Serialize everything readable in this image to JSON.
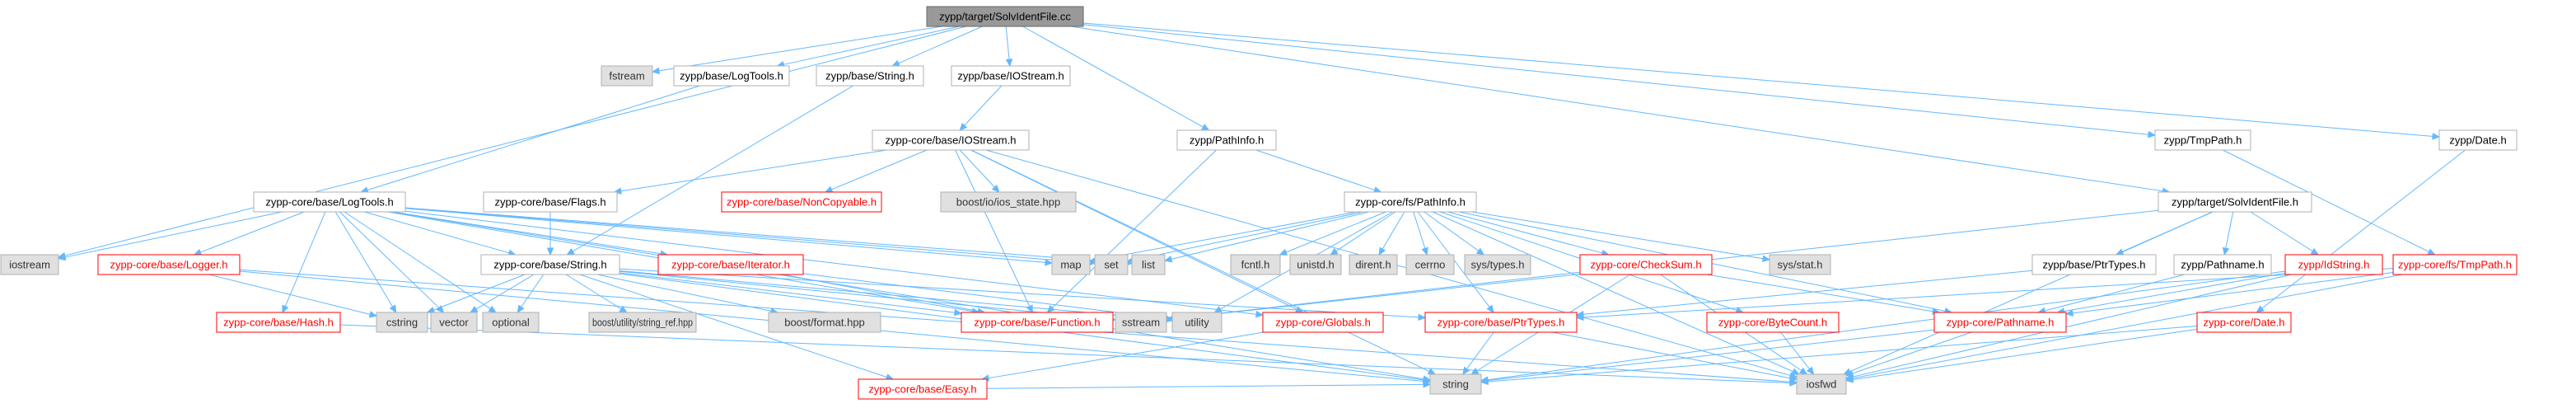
{
  "graph": {
    "title": "zypp/target/SolvIdentFile.cc",
    "nodes": [
      {
        "id": "root",
        "label": "zypp/target/SolvIdentFile.cc",
        "style": "root"
      },
      {
        "id": "fstream",
        "label": "fstream",
        "style": "gray"
      },
      {
        "id": "zb_logtools",
        "label": "zypp/base/LogTools.h",
        "style": "plain"
      },
      {
        "id": "zb_string",
        "label": "zypp/base/String.h",
        "style": "plain"
      },
      {
        "id": "zb_iostream",
        "label": "zypp/base/IOStream.h",
        "style": "plain"
      },
      {
        "id": "zypp_pathinfo",
        "label": "zypp/PathInfo.h",
        "style": "plain"
      },
      {
        "id": "zypp_tmppath",
        "label": "zypp/TmpPath.h",
        "style": "plain"
      },
      {
        "id": "zypp_date",
        "label": "zypp/Date.h",
        "style": "plain"
      },
      {
        "id": "zcb_iostream",
        "label": "zypp-core/base/IOStream.h",
        "style": "plain"
      },
      {
        "id": "zcb_logtools",
        "label": "zypp-core/base/LogTools.h",
        "style": "plain"
      },
      {
        "id": "zcb_flags",
        "label": "zypp-core/base/Flags.h",
        "style": "plain"
      },
      {
        "id": "zcb_noncopyable",
        "label": "zypp-core/base/NonCopyable.h",
        "style": "red"
      },
      {
        "id": "boost_ios",
        "label": "boost/io/ios_state.hpp",
        "style": "gray"
      },
      {
        "id": "zcf_pathinfo",
        "label": "zypp-core/fs/PathInfo.h",
        "style": "plain"
      },
      {
        "id": "zt_solvident",
        "label": "zypp/target/SolvIdentFile.h",
        "style": "plain"
      },
      {
        "id": "iostream",
        "label": "iostream",
        "style": "gray"
      },
      {
        "id": "zcb_logger",
        "label": "zypp-core/base/Logger.h",
        "style": "red"
      },
      {
        "id": "zcb_string",
        "label": "zypp-core/base/String.h",
        "style": "plain"
      },
      {
        "id": "zcb_iterator",
        "label": "zypp-core/base/Iterator.h",
        "style": "red"
      },
      {
        "id": "map",
        "label": "map",
        "style": "gray"
      },
      {
        "id": "set",
        "label": "set",
        "style": "gray"
      },
      {
        "id": "list",
        "label": "list",
        "style": "gray"
      },
      {
        "id": "fcntl",
        "label": "fcntl.h",
        "style": "gray"
      },
      {
        "id": "unistd",
        "label": "unistd.h",
        "style": "gray"
      },
      {
        "id": "dirent",
        "label": "dirent.h",
        "style": "gray"
      },
      {
        "id": "cerrno",
        "label": "cerrno",
        "style": "gray"
      },
      {
        "id": "systypes",
        "label": "sys/types.h",
        "style": "gray"
      },
      {
        "id": "zc_checksum",
        "label": "zypp-core/CheckSum.h",
        "style": "red"
      },
      {
        "id": "sysstat",
        "label": "sys/stat.h",
        "style": "gray"
      },
      {
        "id": "zb_ptrtypes",
        "label": "zypp/base/PtrTypes.h",
        "style": "plain"
      },
      {
        "id": "zypp_pathname",
        "label": "zypp/Pathname.h",
        "style": "plain"
      },
      {
        "id": "zypp_idstring",
        "label": "zypp/IdString.h",
        "style": "red"
      },
      {
        "id": "zcf_tmppath",
        "label": "zypp-core/fs/TmpPath.h",
        "style": "red"
      },
      {
        "id": "cstring",
        "label": "cstring",
        "style": "gray"
      },
      {
        "id": "vector",
        "label": "vector",
        "style": "gray"
      },
      {
        "id": "optional",
        "label": "optional",
        "style": "gray"
      },
      {
        "id": "boost_strref",
        "label": "boost/utility/string_ref.hpp",
        "style": "gray"
      },
      {
        "id": "boost_format",
        "label": "boost/format.hpp",
        "style": "gray"
      },
      {
        "id": "sstream",
        "label": "sstream",
        "style": "gray"
      },
      {
        "id": "utility",
        "label": "utility",
        "style": "gray"
      },
      {
        "id": "zcb_hash",
        "label": "zypp-core/base/Hash.h",
        "style": "red"
      },
      {
        "id": "zcb_function",
        "label": "zypp-core/base/Function.h",
        "style": "red"
      },
      {
        "id": "zc_globals",
        "label": "zypp-core/Globals.h",
        "style": "red"
      },
      {
        "id": "zcb_ptrtypes",
        "label": "zypp-core/base/PtrTypes.h",
        "style": "red"
      },
      {
        "id": "zc_bytecount",
        "label": "zypp-core/ByteCount.h",
        "style": "red"
      },
      {
        "id": "zc_pathname",
        "label": "zypp-core/Pathname.h",
        "style": "red"
      },
      {
        "id": "zc_date",
        "label": "zypp-core/Date.h",
        "style": "red"
      },
      {
        "id": "zcb_easy",
        "label": "zypp-core/base/Easy.h",
        "style": "red"
      },
      {
        "id": "string",
        "label": "string",
        "style": "gray"
      },
      {
        "id": "iosfwd",
        "label": "iosfwd",
        "style": "gray"
      }
    ],
    "edges": [
      [
        "root",
        "iostream"
      ],
      [
        "root",
        "fstream"
      ],
      [
        "root",
        "zb_logtools"
      ],
      [
        "root",
        "zb_string"
      ],
      [
        "root",
        "zb_iostream"
      ],
      [
        "root",
        "zypp_pathinfo"
      ],
      [
        "root",
        "zt_solvident"
      ],
      [
        "root",
        "zypp_tmppath"
      ],
      [
        "root",
        "zypp_date"
      ],
      [
        "zb_logtools",
        "zcb_logtools"
      ],
      [
        "zb_string",
        "zcb_string"
      ],
      [
        "zb_iostream",
        "zcb_iostream"
      ],
      [
        "zcb_iostream",
        "zcb_flags"
      ],
      [
        "zcb_iostream",
        "zcb_noncopyable"
      ],
      [
        "zcb_iostream",
        "boost_ios"
      ],
      [
        "zcb_iostream",
        "iosfwd"
      ],
      [
        "zcb_iostream",
        "zcb_function"
      ],
      [
        "zcb_iostream",
        "zc_globals"
      ],
      [
        "zcb_iostream",
        "string"
      ],
      [
        "zcb_flags",
        "zcb_string"
      ],
      [
        "zypp_pathinfo",
        "zcf_pathinfo"
      ],
      [
        "zypp_pathinfo",
        "zcb_function"
      ],
      [
        "zcf_pathinfo",
        "map"
      ],
      [
        "zcf_pathinfo",
        "set"
      ],
      [
        "zcf_pathinfo",
        "list"
      ],
      [
        "zcf_pathinfo",
        "fcntl"
      ],
      [
        "zcf_pathinfo",
        "unistd"
      ],
      [
        "zcf_pathinfo",
        "dirent"
      ],
      [
        "zcf_pathinfo",
        "cerrno"
      ],
      [
        "zcf_pathinfo",
        "systypes"
      ],
      [
        "zcf_pathinfo",
        "zc_checksum"
      ],
      [
        "zcf_pathinfo",
        "sysstat"
      ],
      [
        "zcf_pathinfo",
        "zc_bytecount"
      ],
      [
        "zcf_pathinfo",
        "zc_pathname"
      ],
      [
        "zcf_pathinfo",
        "utility"
      ],
      [
        "zcf_pathinfo",
        "iosfwd"
      ],
      [
        "zcf_pathinfo",
        "zcb_ptrtypes"
      ],
      [
        "zc_checksum",
        "zc_pathname"
      ],
      [
        "zc_checksum",
        "string"
      ],
      [
        "zc_checksum",
        "sstream"
      ],
      [
        "zc_checksum",
        "iosfwd"
      ],
      [
        "zt_solvident",
        "zb_ptrtypes"
      ],
      [
        "zt_solvident",
        "zypp_pathname"
      ],
      [
        "zt_solvident",
        "zypp_idstring"
      ],
      [
        "zt_solvident",
        "iosfwd"
      ],
      [
        "zt_solvident",
        "sstream"
      ],
      [
        "zb_ptrtypes",
        "zcb_ptrtypes"
      ],
      [
        "zypp_pathname",
        "zc_pathname"
      ],
      [
        "zypp_idstring",
        "zc_pathname"
      ],
      [
        "zypp_idstring",
        "string"
      ],
      [
        "zypp_idstring",
        "iosfwd"
      ],
      [
        "zypp_tmppath",
        "zcf_tmppath"
      ],
      [
        "zcf_tmppath",
        "zc_pathname"
      ],
      [
        "zcf_tmppath",
        "zcb_ptrtypes"
      ],
      [
        "zcf_tmppath",
        "iosfwd"
      ],
      [
        "zypp_date",
        "zc_date"
      ],
      [
        "zc_date",
        "string"
      ],
      [
        "zc_date",
        "iosfwd"
      ],
      [
        "zc_pathname",
        "string"
      ],
      [
        "zc_pathname",
        "iosfwd"
      ],
      [
        "zc_bytecount",
        "iosfwd"
      ],
      [
        "zcb_ptrtypes",
        "iosfwd"
      ],
      [
        "zcb_ptrtypes",
        "string"
      ],
      [
        "zc_globals",
        "zcb_easy"
      ],
      [
        "zcb_logtools",
        "iostream"
      ],
      [
        "zcb_logtools",
        "zcb_logger"
      ],
      [
        "zcb_logtools",
        "zcb_string"
      ],
      [
        "zcb_logtools",
        "zcb_iterator"
      ],
      [
        "zcb_logtools",
        "zcb_hash"
      ],
      [
        "zcb_logtools",
        "map"
      ],
      [
        "zcb_logtools",
        "set"
      ],
      [
        "zcb_logtools",
        "list"
      ],
      [
        "zcb_logtools",
        "cstring"
      ],
      [
        "zcb_logtools",
        "vector"
      ],
      [
        "zcb_logtools",
        "optional"
      ],
      [
        "zcb_logtools",
        "zc_globals"
      ],
      [
        "zcb_logtools",
        "string"
      ],
      [
        "zcb_logtools",
        "zcb_function"
      ],
      [
        "zcb_logger",
        "cstring"
      ],
      [
        "zcb_logger",
        "string"
      ],
      [
        "zcb_logger",
        "iosfwd"
      ],
      [
        "zcb_string",
        "cstring"
      ],
      [
        "zcb_string",
        "vector"
      ],
      [
        "zcb_string",
        "optional"
      ],
      [
        "zcb_string",
        "boost_strref"
      ],
      [
        "zcb_string",
        "boost_format"
      ],
      [
        "zcb_string",
        "sstream"
      ],
      [
        "zcb_string",
        "string"
      ],
      [
        "zcb_string",
        "zcb_easy"
      ],
      [
        "zcb_string",
        "zcb_ptrtypes"
      ],
      [
        "zcb_string",
        "zcb_function"
      ],
      [
        "zcb_string",
        "utility"
      ],
      [
        "zcb_iterator",
        "zcb_function"
      ],
      [
        "zcb_iterator",
        "utility"
      ],
      [
        "zcb_hash",
        "iosfwd"
      ],
      [
        "zcb_easy",
        "string"
      ]
    ]
  }
}
